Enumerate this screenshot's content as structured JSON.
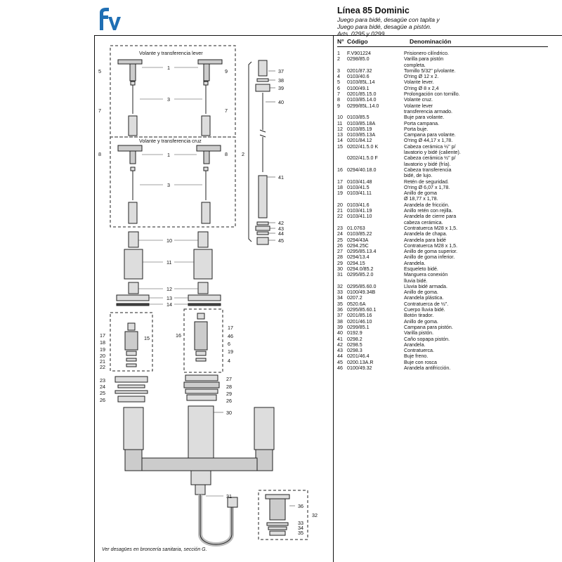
{
  "header": {
    "title": "Línea 85 Dominic",
    "subtitle_lines": [
      "Juego para bidé, desagüe con tapita y",
      "Juego para bidé, desagüe a pistón.",
      "Arts. 0295 y 0299"
    ]
  },
  "table": {
    "col_num": "N°",
    "col_code": "Código",
    "col_desc": "Denominación",
    "rows": [
      {
        "n": "1",
        "code": "F.V901224",
        "desc": "Prisionero cilíndrico."
      },
      {
        "n": "2",
        "code": "0298/85.0",
        "desc": "Varilla para pistón"
      },
      {
        "n": "",
        "code": "",
        "desc": "completa."
      },
      {
        "n": "3",
        "code": "0201/87.32",
        "desc": "Tornillo 5/32\" p/volante."
      },
      {
        "n": "4",
        "code": "0103/40.6",
        "desc": "O'ring Ø 12 x 2."
      },
      {
        "n": "5",
        "code": "0103/85L.14",
        "desc": "Volante lever."
      },
      {
        "n": "6",
        "code": "0100/49.1",
        "desc": "O'ring Ø 8 x 2,4"
      },
      {
        "n": "7",
        "code": "0201/85.15.0",
        "desc": "Prolongación con tornillo."
      },
      {
        "n": "8",
        "code": "0103/85.14.0",
        "desc": "Volante cruz."
      },
      {
        "n": "9",
        "code": "0299/85L.14.0",
        "desc": "Volante lever"
      },
      {
        "n": "",
        "code": "",
        "desc": "transferencia armado."
      },
      {
        "n": "10",
        "code": "0103/85.5",
        "desc": "Buje para volante."
      },
      {
        "n": "11",
        "code": "0103/85.18A",
        "desc": "Porta campana."
      },
      {
        "n": "12",
        "code": "0103/85.19",
        "desc": "Porta buje."
      },
      {
        "n": "13",
        "code": "0103/85.13A",
        "desc": "Campana para volante."
      },
      {
        "n": "14",
        "code": "0201/84.12",
        "desc": "O'ring Ø 44,17 x 1,78."
      },
      {
        "n": "15",
        "code": "0202/41.5.0 K",
        "desc": "Cabeza cerámica ½\" p/"
      },
      {
        "n": "",
        "code": "",
        "desc": "lavatorio y bidé (caliente)."
      },
      {
        "n": "",
        "code": "0202/41.5.0 F",
        "desc": "Cabeza cerámica ½\" p/"
      },
      {
        "n": "",
        "code": "",
        "desc": "lavatorio y bidé (fría)."
      },
      {
        "n": "16",
        "code": "0294/40.18.0",
        "desc": "Cabeza transferencia"
      },
      {
        "n": "",
        "code": "",
        "desc": "bidé, de lujo."
      },
      {
        "n": "17",
        "code": "0103/41.48",
        "desc": "Retén de seguridad."
      },
      {
        "n": "18",
        "code": "0103/41.5",
        "desc": "O'ring Ø 6,07 x 1,78."
      },
      {
        "n": "19",
        "code": "0103/41.11",
        "desc": "Anillo de goma"
      },
      {
        "n": "",
        "code": "",
        "desc": "Ø 18,77 x 1,78."
      },
      {
        "n": "20",
        "code": "0103/41.6",
        "desc": "Arandela de fricción."
      },
      {
        "n": "21",
        "code": "0103/41.19",
        "desc": "Anillo retén con rejilla."
      },
      {
        "n": "22",
        "code": "0103/41.10",
        "desc": "Arandela de cierre para"
      },
      {
        "n": "",
        "code": "",
        "desc": "cabeza cerámica."
      },
      {
        "n": "23",
        "code": "01.0763",
        "desc": "Contratuerca M28 x 1,5."
      },
      {
        "n": "24",
        "code": "0103/85.22",
        "desc": "Arandela de chapa."
      },
      {
        "n": "25",
        "code": "0294/43A",
        "desc": "Arandela para bidé"
      },
      {
        "n": "26",
        "code": "0294.25C",
        "desc": "Contratuerca M28 x 1,5."
      },
      {
        "n": "27",
        "code": "0295/85.13.4",
        "desc": "Anillo de goma superior."
      },
      {
        "n": "28",
        "code": "0294/13.4",
        "desc": "Anillo de goma inferior."
      },
      {
        "n": "29",
        "code": "0294.15",
        "desc": "Arandela."
      },
      {
        "n": "30",
        "code": "0294.0/85.2",
        "desc": "Esqueleto bidé."
      },
      {
        "n": "31",
        "code": "0295/85.2.0",
        "desc": "Manguera conexión"
      },
      {
        "n": "",
        "code": "",
        "desc": "lluvia bidé."
      },
      {
        "n": "32",
        "code": "0295/85.60.0",
        "desc": "Lluvia bidé armada."
      },
      {
        "n": "33",
        "code": "0100/49.34B",
        "desc": "Anillo de goma."
      },
      {
        "n": "34",
        "code": "0207.2",
        "desc": "Arandela plástica."
      },
      {
        "n": "35",
        "code": "0520.6A",
        "desc": "Contratuerca de ½\"."
      },
      {
        "n": "36",
        "code": "0295/85.60.1",
        "desc": "Cuerpo lluvia bidé."
      },
      {
        "n": "37",
        "code": "0201/85.16",
        "desc": "Botón tirador."
      },
      {
        "n": "38",
        "code": "0201/46.10",
        "desc": "Anillo de goma."
      },
      {
        "n": "39",
        "code": "0299/85.1",
        "desc": "Campana para pistón."
      },
      {
        "n": "40",
        "code": "0192.9",
        "desc": "Varilla pistón."
      },
      {
        "n": "41",
        "code": "0298.2",
        "desc": "Caño sopapa pistón."
      },
      {
        "n": "42",
        "code": "0298.5",
        "desc": "Arandela."
      },
      {
        "n": "43",
        "code": "0298.3",
        "desc": "Contratuerca."
      },
      {
        "n": "44",
        "code": "0201/46.4",
        "desc": "Buje freno."
      },
      {
        "n": "45",
        "code": "0200.13A.R",
        "desc": "Buje con rosca"
      },
      {
        "n": "46",
        "code": "0100/49.32",
        "desc": "Arandela antifricción."
      }
    ]
  },
  "diagram": {
    "label_lever": "Volante y transferencia lever",
    "label_cross": "Volante y transferencia cruz",
    "footnote": "Ver desagües en broncería sanitaria, sección G.",
    "callouts": {
      "c1a": "1",
      "c1b": "1",
      "c3a": "3",
      "c3b": "3",
      "c5": "5",
      "c9": "9",
      "c7a": "7",
      "c7b": "7",
      "c8a": "8",
      "c8b": "8",
      "c10": "10",
      "c11": "11",
      "c12": "12",
      "c13": "13",
      "c14": "14",
      "c15": "15",
      "c16": "16",
      "c17a": "17",
      "c18": "18",
      "c19a": "19",
      "c20": "20",
      "c21": "21",
      "c22": "22",
      "c17b": "17",
      "c46": "46",
      "c6": "6",
      "c19b": "19",
      "c4": "4",
      "c23": "23",
      "c24": "24",
      "c25": "25",
      "c26a": "26",
      "c26b": "26",
      "c27": "27",
      "c28": "28",
      "c29": "29",
      "c30": "30",
      "c31": "31",
      "c2": "2",
      "c37": "37",
      "c38": "38",
      "c39": "39",
      "c40": "40",
      "c41": "41",
      "c42": "42",
      "c43": "43",
      "c44": "44",
      "c45": "45",
      "c32": "32",
      "c33": "33",
      "c34": "34",
      "c35": "35",
      "c36": "36"
    }
  }
}
